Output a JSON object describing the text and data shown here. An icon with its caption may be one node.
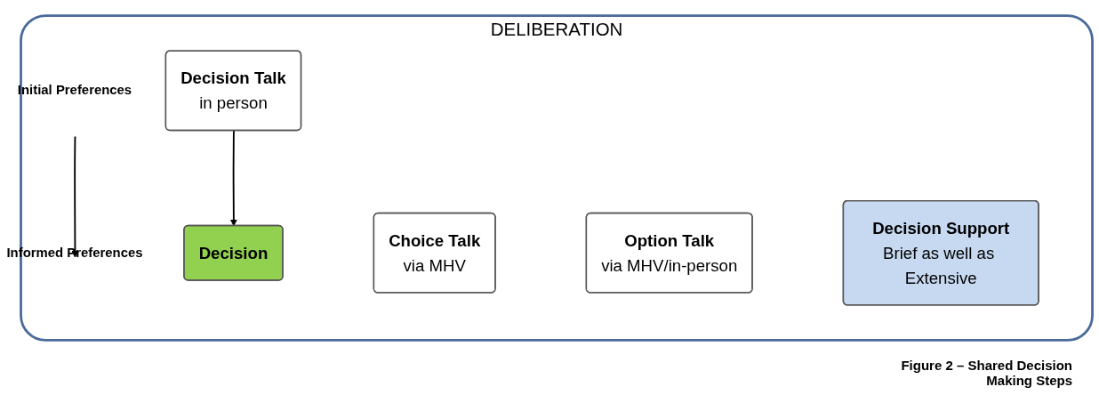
{
  "diagram": {
    "caption": "Figure 2 – Shared Decision Making Steps",
    "nodes": [
      {
        "text": [
          "DELIBERATION"
        ]
      },
      {
        "text": [
          "Initial Preferences"
        ],
        "in": 0
      },
      {
        "text": [
          "Informed Preferences"
        ],
        "in": 0
      },
      {
        "text": [
          "Choice Talk",
          "via MHV"
        ],
        "in": 0
      },
      {
        "text": [
          "Option Talk",
          "via MHV/in-person"
        ],
        "in": 0
      },
      {
        "text": [
          "Decision Talk",
          "in person"
        ],
        "in": 0
      },
      {
        "text": [
          "Decision"
        ],
        "in": 0
      },
      {
        "text": [
          "Decision Support",
          "Brief as well as Extensive"
        ],
        "in": 0
      }
    ],
    "edges": [
      {
        "from": 1,
        "to": 2,
        "arrow": "to"
      },
      {
        "from": 5,
        "to": 6,
        "arrow": "to"
      }
    ]
  }
}
